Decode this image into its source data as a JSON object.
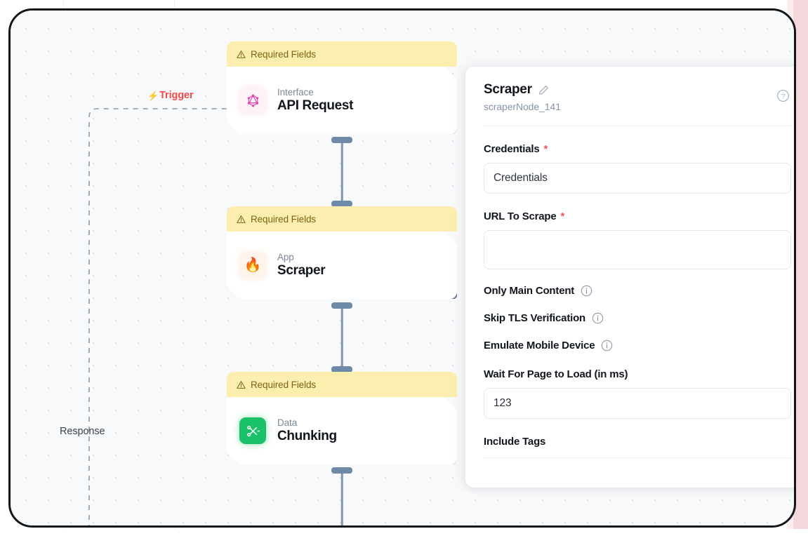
{
  "canvas": {
    "trigger_label": "Trigger",
    "trigger_icon": "lightning-bolt-icon",
    "response_label": "Response",
    "warning_text": "Required Fields"
  },
  "nodes": [
    {
      "warning": "Required Fields",
      "kind": "Interface",
      "title": "API Request",
      "icon": "graphql-icon",
      "icon_glyph": "",
      "selected": false
    },
    {
      "warning": "Required Fields",
      "kind": "App",
      "title": "Scraper",
      "icon": "flame-icon",
      "icon_glyph": "🔥",
      "selected": true
    },
    {
      "warning": "Required Fields",
      "kind": "Data",
      "title": "Chunking",
      "icon": "scissors-icon",
      "icon_glyph": "",
      "selected": false
    }
  ],
  "panel": {
    "title": "Scraper",
    "edit_icon": "pencil-icon",
    "subtitle": "scraperNode_141",
    "help_icon": "question-circle-icon",
    "fields": [
      {
        "label": "Credentials",
        "required": true,
        "type": "select",
        "value": "Credentials"
      },
      {
        "label": "URL To Scrape",
        "required": true,
        "type": "textarea",
        "value": ""
      },
      {
        "label": "Only Main Content",
        "required": false,
        "type": "toggle",
        "info_icon": "info-icon"
      },
      {
        "label": "Skip TLS Verification",
        "required": false,
        "type": "toggle",
        "info_icon": "info-icon"
      },
      {
        "label": "Emulate Mobile Device",
        "required": false,
        "type": "toggle",
        "info_icon": "info-icon"
      },
      {
        "label": "Wait For Page to Load (in ms)",
        "required": false,
        "type": "input",
        "value": "123"
      },
      {
        "label": "Include Tags",
        "required": false,
        "type": "label-only"
      }
    ]
  },
  "colors": {
    "warning_bg": "#fceeae",
    "warning_text": "#7d6415",
    "trigger": "#fb4a43",
    "required_star": "#f0575c",
    "connector": "#6e8aa8",
    "chunking_icon_bg": "#19c268",
    "canvas_bg": "#f7f9fb"
  }
}
